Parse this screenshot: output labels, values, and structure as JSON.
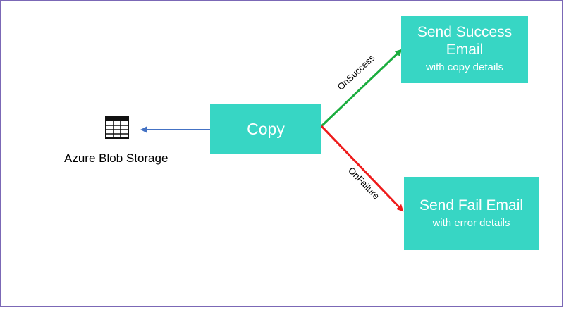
{
  "nodes": {
    "copy": {
      "label": "Copy"
    },
    "success": {
      "title_line1": "Send Success",
      "title_line2": "Email",
      "subtitle": "with copy details"
    },
    "fail": {
      "title": "Send Fail Email",
      "subtitle": "with error details"
    },
    "storage": {
      "label": "Azure Blob Storage",
      "icon": "table-icon"
    }
  },
  "edges": {
    "success": {
      "label": "OnSuccess",
      "color": "#1aad3e"
    },
    "failure": {
      "label": "OnFailure",
      "color": "#ee1b1b"
    },
    "to_storage": {
      "color": "#4472c4"
    }
  },
  "colors": {
    "box": "#37d6c4",
    "border": "#7b68b6"
  }
}
